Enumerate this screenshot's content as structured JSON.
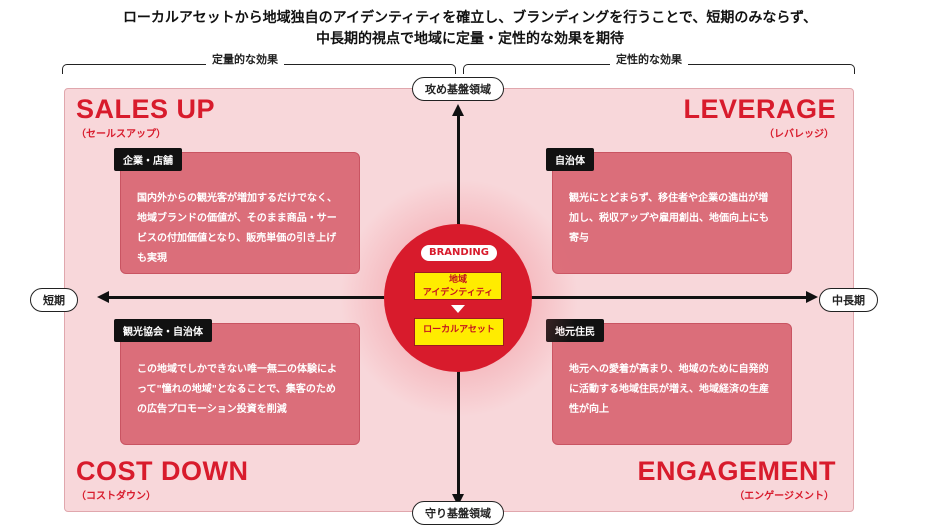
{
  "header": {
    "line1": "ローカルアセットから地域独自のアイデンティティを確立し、ブランディングを行うことで、短期のみならず、",
    "line2": "中長期的視点で地域に定量・定性的な効果を期待"
  },
  "brackets": {
    "left": "定量的な効果",
    "right": "定性的な効果"
  },
  "axes": {
    "top": "攻め基盤領域",
    "bottom": "守り基盤領域",
    "left": "短期",
    "right": "中長期"
  },
  "quadrants": {
    "top_left": {
      "title": "SALES UP",
      "subtitle": "（セールスアップ）",
      "tag": "企業・店舗",
      "text": "国内外からの観光客が増加するだけでなく、地域ブランドの価値が、そのまま商品・サービスの付加価値となり、販売単価の引き上げも実現"
    },
    "top_right": {
      "title": "LEVERAGE",
      "subtitle": "（レバレッジ）",
      "tag": "自治体",
      "text": "観光にとどまらず、移住者や企業の進出が増加し、税収アップや雇用創出、地価向上にも寄与"
    },
    "bottom_left": {
      "title": "COST DOWN",
      "subtitle": "（コストダウン）",
      "tag": "観光協会・自治体",
      "text": "この地域でしかできない唯一無二の体験によって\"憧れの地域\"となることで、集客のための広告プロモーション投資を削減"
    },
    "bottom_right": {
      "title": "ENGAGEMENT",
      "subtitle": "（エンゲージメント）",
      "tag": "地元住民",
      "text": "地元への愛着が高まり、地域のために自発的に活動する地域住民が増え、地域経済の生産性が向上"
    }
  },
  "center": {
    "label": "BRANDING",
    "identity": "地域\nアイデンティティ",
    "asset": "ローカルアセット"
  },
  "colors": {
    "accent": "#d81b2c",
    "panel": "#f8d7da",
    "box": "#db6e7a",
    "highlight": "#ffec00"
  }
}
